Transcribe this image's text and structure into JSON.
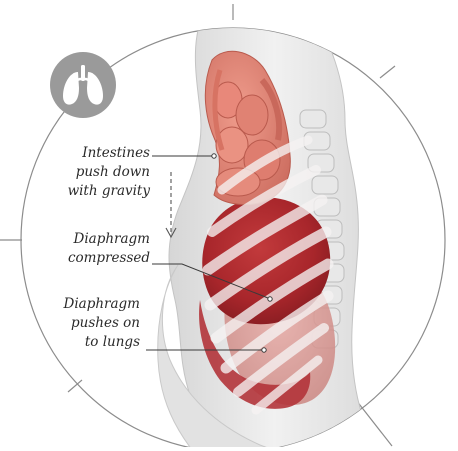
{
  "figure": {
    "icon": "lungs-icon",
    "callouts": {
      "intestines": {
        "lines": [
          "Intestines",
          "push down",
          "with gravity"
        ]
      },
      "diaphragm_compressed": {
        "lines": [
          "Diaphragm",
          "compressed"
        ]
      },
      "diaphragm_pushes": {
        "lines": [
          "Diaphragm",
          "pushes on",
          "to lungs"
        ]
      }
    },
    "colors": {
      "badge": "#9a9a9a",
      "circle_stroke": "#8c8c8c",
      "organ_red": "#a8262b",
      "intestine_pink": "#dc7c6e",
      "body_shell": "#e9e9e9",
      "rib_white": "#f4f4f4"
    }
  }
}
